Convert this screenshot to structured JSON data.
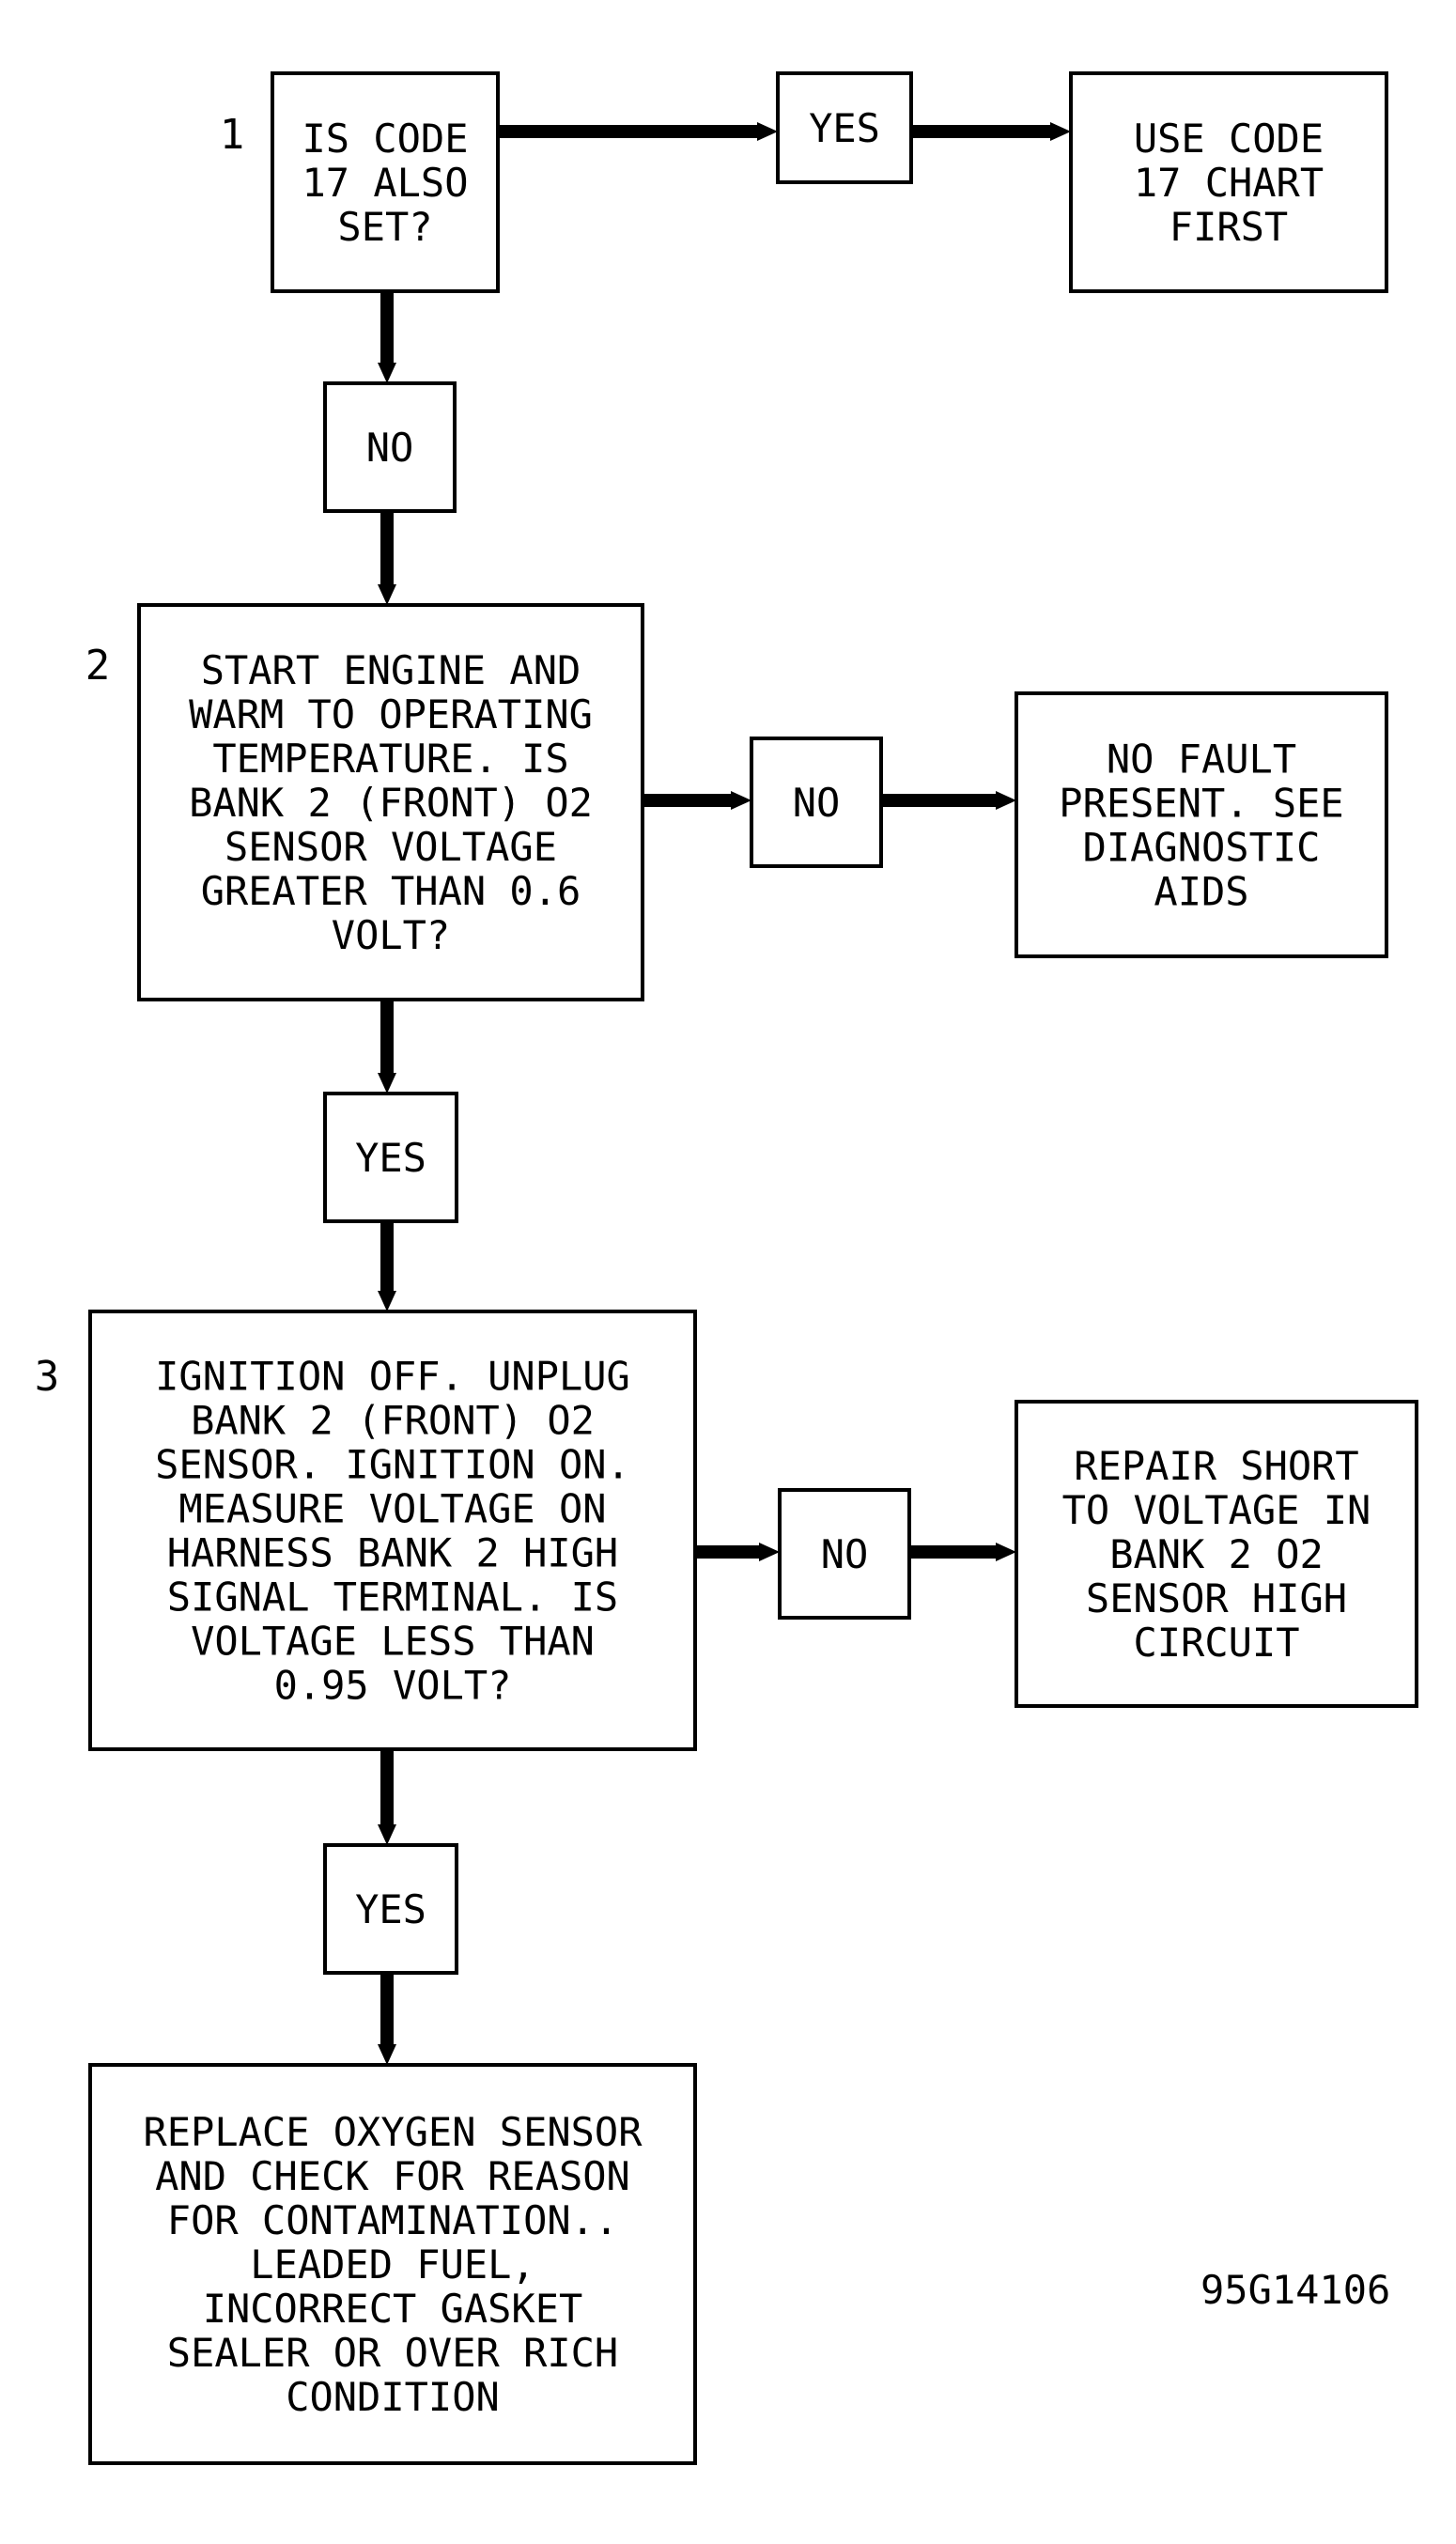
{
  "steps": [
    {
      "number": "1",
      "lines": [
        "IS CODE",
        "17 ALSO",
        "SET?"
      ]
    },
    {
      "number": "2",
      "lines": [
        "START ENGINE AND",
        "WARM TO OPERATING",
        "TEMPERATURE. IS",
        "BANK 2 (FRONT) O2",
        "SENSOR VOLTAGE",
        "GREATER THAN 0.6",
        "VOLT?"
      ]
    },
    {
      "number": "3",
      "lines": [
        "IGNITION OFF. UNPLUG",
        "BANK 2 (FRONT) O2",
        "SENSOR. IGNITION ON.",
        "MEASURE VOLTAGE ON",
        "HARNESS BANK 2 HIGH",
        "SIGNAL TERMINAL. IS",
        "VOLTAGE LESS THAN",
        "0.95 VOLT?"
      ]
    }
  ],
  "labels": {
    "step1_yes": "YES",
    "step1_no": "NO",
    "step2_no": "NO",
    "step2_yes": "YES",
    "step3_no": "NO",
    "step3_yes": "YES"
  },
  "results": {
    "code17": [
      "USE CODE",
      "17 CHART",
      "FIRST"
    ],
    "no_fault": [
      "NO FAULT",
      "PRESENT. SEE",
      "DIAGNOSTIC",
      "AIDS"
    ],
    "repair_short": [
      "REPAIR SHORT",
      "TO VOLTAGE IN",
      "BANK 2 O2",
      "SENSOR HIGH",
      "CIRCUIT"
    ],
    "replace_sensor": [
      "REPLACE OXYGEN SENSOR",
      "AND CHECK FOR REASON",
      "FOR CONTAMINATION..",
      "LEADED FUEL,",
      "INCORRECT GASKET",
      "SEALER OR OVER RICH",
      "CONDITION"
    ]
  },
  "reference": "95G14106"
}
